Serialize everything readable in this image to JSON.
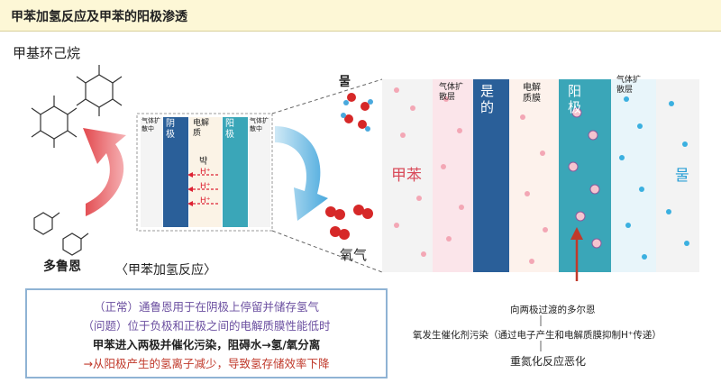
{
  "header": {
    "title": "甲苯加氢反应及甲苯的阳极渗透"
  },
  "left": {
    "product_label": "甲基环己烷",
    "reactant_label": "多鲁恩",
    "reaction_caption": "〈甲苯加氢反应〉"
  },
  "mini_cell": {
    "gas_diffusion_left": "气体扩\n散中",
    "cathode": "阴\n极",
    "electrolyte": "电解\n质",
    "anode": "阳\n极",
    "gas_diffusion_right": "气体扩\n散中",
    "water_symbol": "뱍",
    "proton": "H⁺"
  },
  "right_products": {
    "top_label": "물",
    "bottom_label": "氧气"
  },
  "zoom": {
    "toluene": "甲苯",
    "gas_diffusion_left": "气体扩\n散层",
    "cathode": "是\n的",
    "membrane": "电解\n质膜",
    "anode": "阳\n极",
    "gas_diffusion_right": "气体扩\n散层",
    "water": "물"
  },
  "flow": {
    "note1": "向两极过渡的多尔恩",
    "note2": "氧发生催化剂污染（通过电子产生和电解质膜抑制H⁺传递）",
    "note3": "重氮化反应恶化"
  },
  "info": {
    "line1": "（正常）通鲁恩用于在阴极上停留并储存氢气",
    "line2": "（问题）位于负极和正极之间的电解质膜性能低时",
    "line3": "甲苯进入两极并催化污染，阻碍水→氢/氧分离",
    "line4": "→从阳极产生的氢离子减少，导致氢存储效率下降"
  },
  "colors": {
    "cathode": "#2a5f99",
    "anode": "#3aa6b8",
    "red_arrow": "#e2494e",
    "blue_arrow": "#5bb5e3",
    "warning_text": "#c0392b",
    "info_purple": "#6b4fa0"
  }
}
